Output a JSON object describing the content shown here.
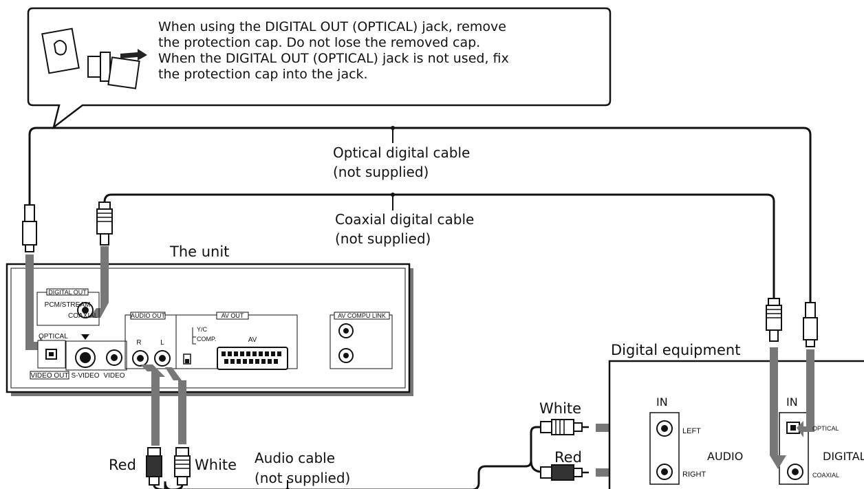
{
  "callout": {
    "lines": [
      "When using the DIGITAL OUT (OPTICAL) jack, remove",
      "the protection cap. Do not lose the removed cap.",
      "When the DIGITAL OUT (OPTICAL) jack is not used, fix",
      "the protection cap into the jack."
    ]
  },
  "cables": {
    "optical": [
      "Optical digital cable",
      "(not supplied)"
    ],
    "coaxial": [
      "Coaxial digital cable",
      "(not supplied)"
    ],
    "audio": [
      "Audio cable",
      "(not supplied)"
    ]
  },
  "unit": {
    "title": "The unit",
    "digital_out": "DIGITAL OUT",
    "pcm_stream": "PCM/STREAM",
    "coaxial": "COAXIAL",
    "optical": "OPTICAL",
    "video_out": "VIDEO OUT",
    "s_video": "S-VIDEO",
    "video": "VIDEO",
    "audio_out": "AUDIO OUT",
    "r": "R",
    "l": "L",
    "av_out": "AV OUT",
    "yc": "Y/C",
    "comp": "COMP.",
    "av": "AV",
    "av_compu_link": "AV COMPU LINK"
  },
  "plugs": {
    "red_left": "Red",
    "white_left": "White",
    "white_right": "White",
    "red_right": "Red"
  },
  "equipment": {
    "title": "Digital equipment",
    "in_audio": "IN",
    "left": "LEFT",
    "right": "RIGHT",
    "audio": "AUDIO",
    "in_digital": "IN",
    "optical": "OPTICAL",
    "coaxial": "COAXIAL",
    "digital": "DIGITAL"
  }
}
